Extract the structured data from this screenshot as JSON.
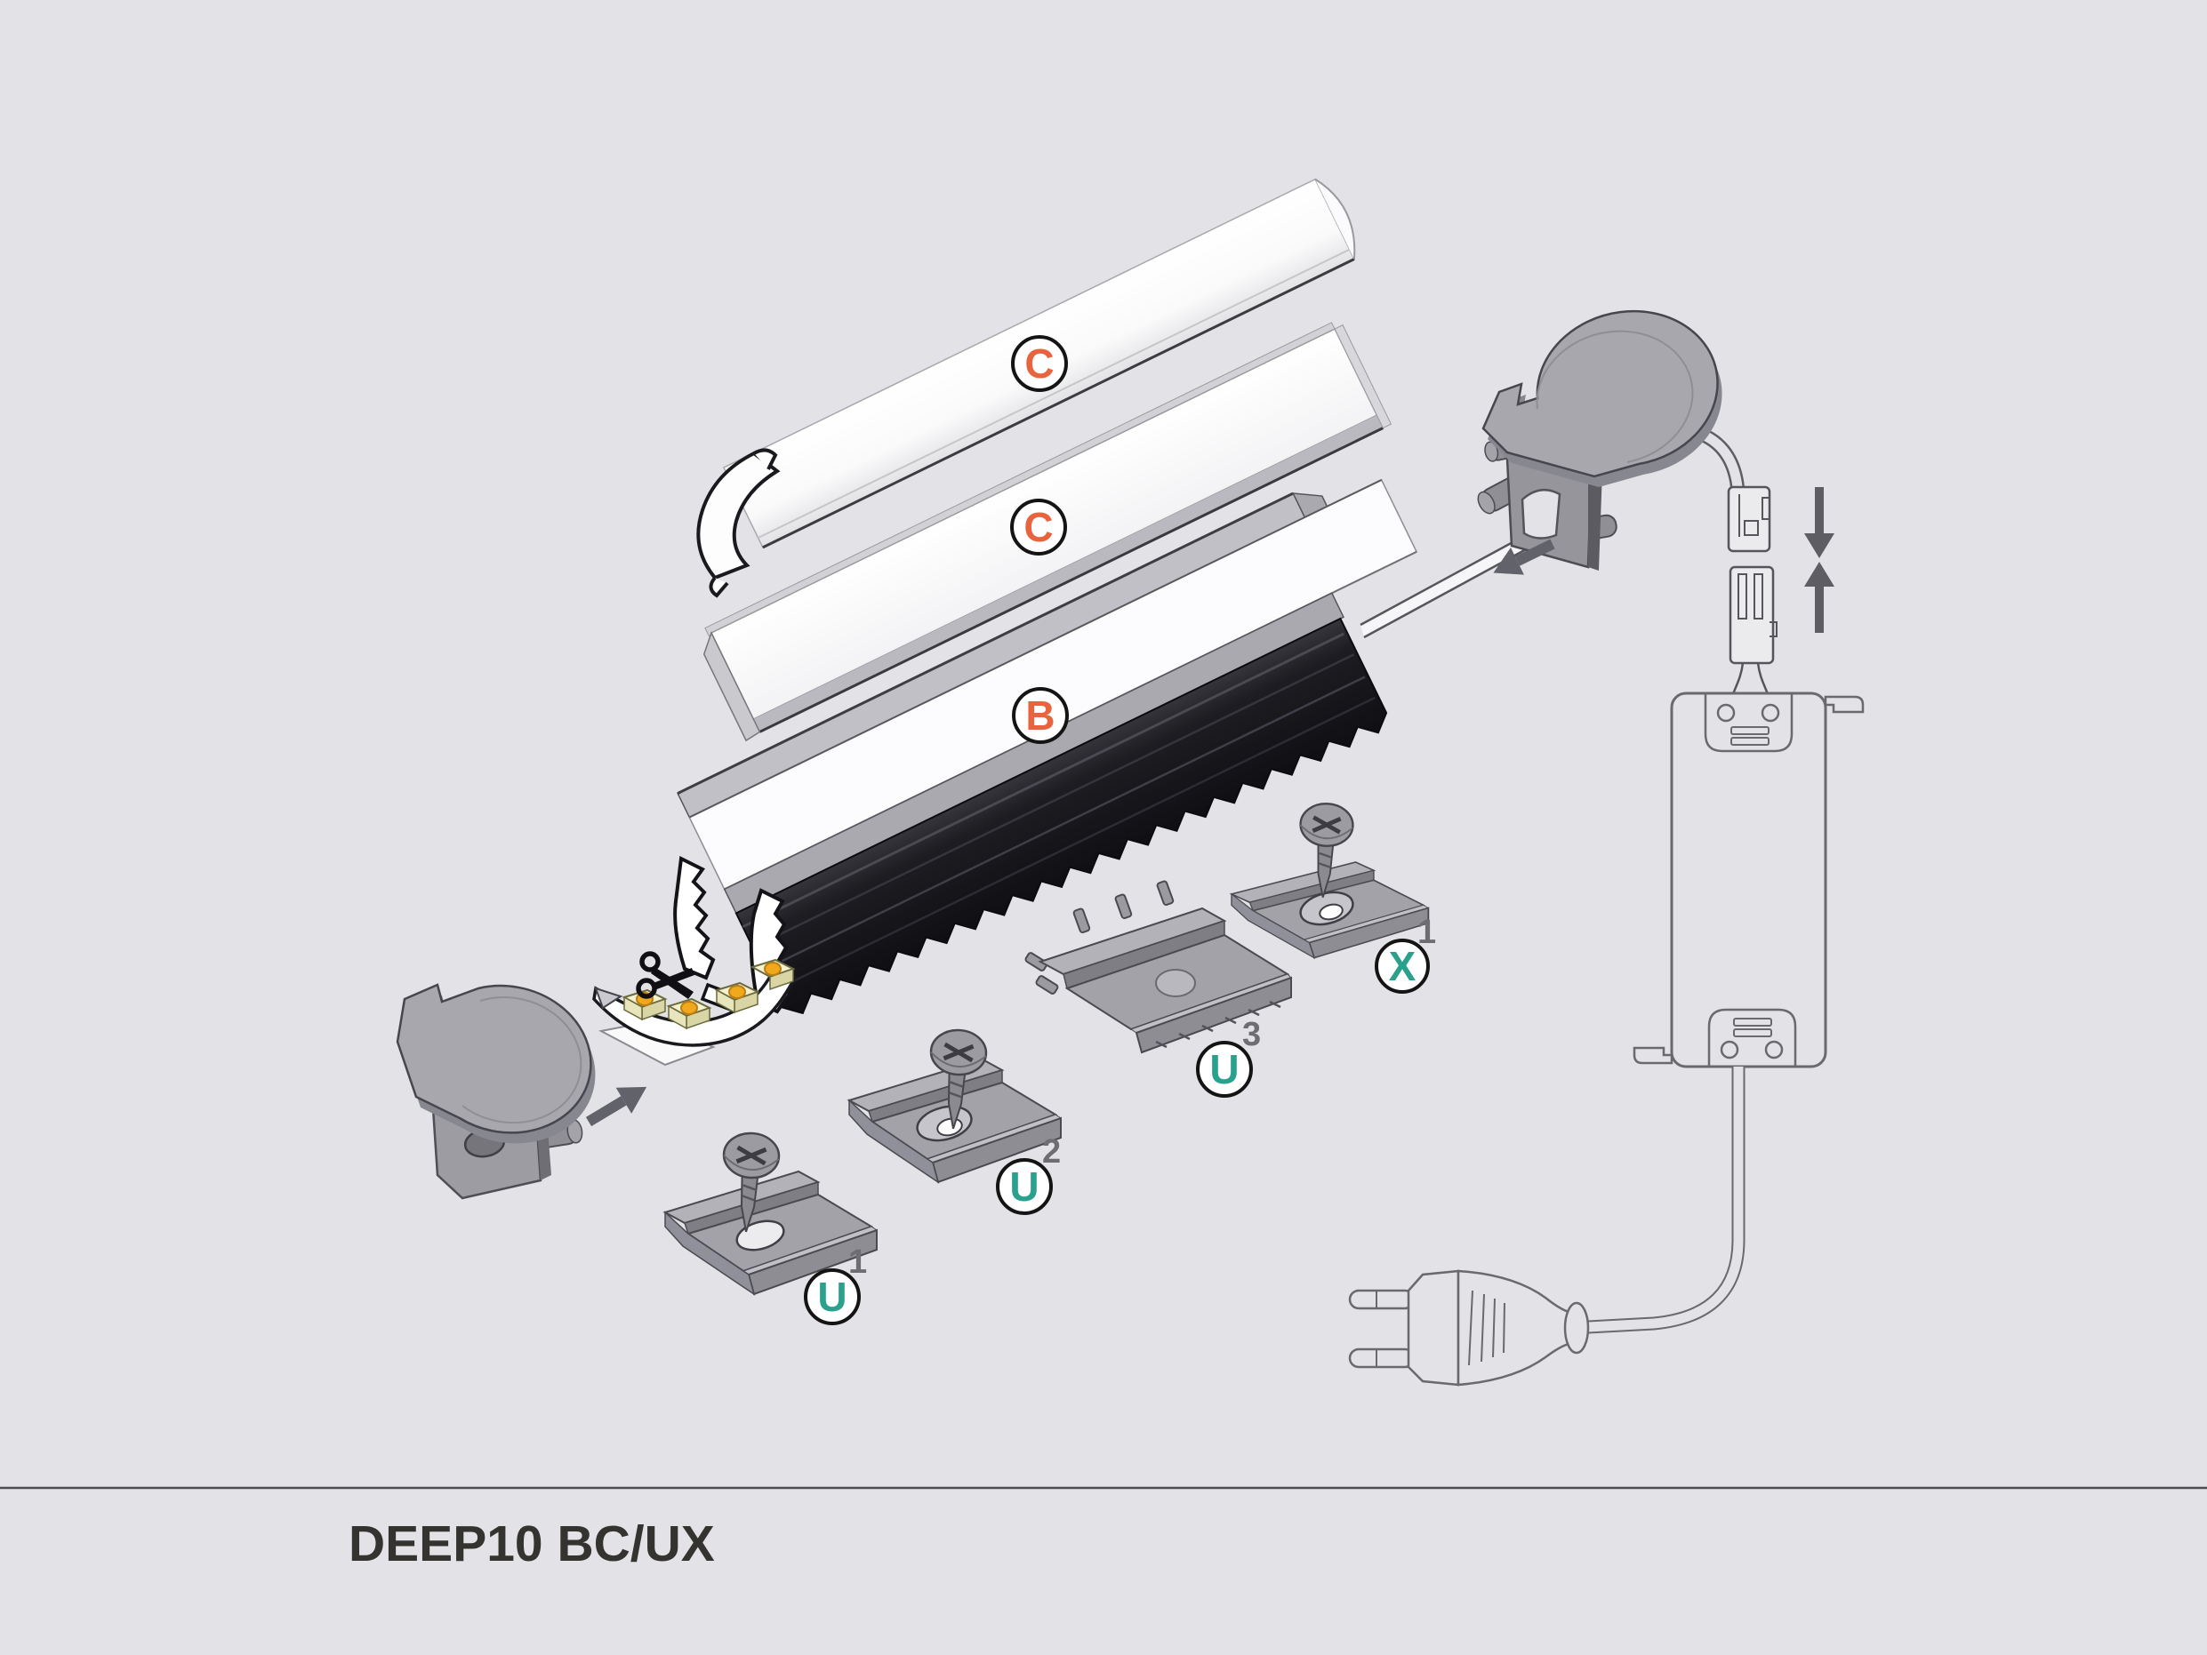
{
  "diagram": {
    "product_code": "DEEP10 BC/UX",
    "callouts": {
      "cover_round": {
        "letter": "C"
      },
      "cover_flat": {
        "letter": "C"
      },
      "profile": {
        "letter": "B"
      },
      "clip_u1": {
        "letter": "U",
        "sup": "1"
      },
      "clip_u2": {
        "letter": "U",
        "sup": "2"
      },
      "clip_u3": {
        "letter": "U",
        "sup": "3"
      },
      "clip_x1": {
        "letter": "X",
        "sup": "1"
      }
    },
    "colors": {
      "background": "#E3E2E6",
      "callout_letter_orange": "#E8643E",
      "callout_letter_teal": "#2AA18C",
      "title_text": "#343330",
      "outline_gray": "#69696E",
      "metal_gray": "#A2A2A8",
      "profile_dark": "#202024"
    }
  }
}
